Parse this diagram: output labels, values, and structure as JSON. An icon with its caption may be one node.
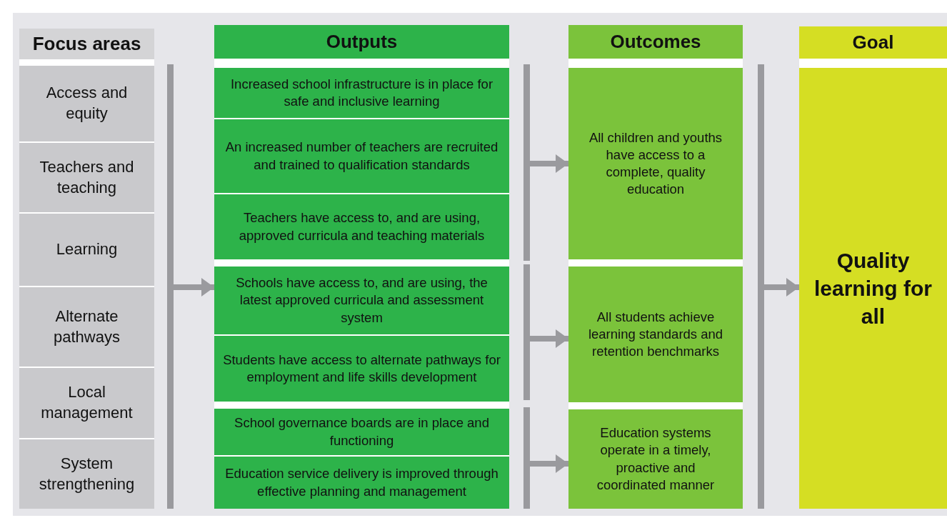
{
  "diagram": {
    "nodes": [
      {
        "text": [
          "Focus areas"
        ]
      },
      {
        "text": [
          "Access and equity"
        ],
        "in": 0
      },
      {
        "text": [
          "Teachers and teaching"
        ],
        "in": 0
      },
      {
        "text": [
          "Learning"
        ],
        "in": 0
      },
      {
        "text": [
          "Alternate pathways"
        ],
        "in": 0
      },
      {
        "text": [
          "Local management"
        ],
        "in": 0
      },
      {
        "text": [
          "System strengthening"
        ],
        "in": 0
      },
      {
        "text": [
          "Outputs"
        ]
      },
      {
        "text": [
          "Increased school infrastructure is in place for safe and inclusive learning"
        ],
        "in": 7
      },
      {
        "text": [
          "An increased number of teachers are recruited and trained to qualification standards"
        ],
        "in": 7
      },
      {
        "text": [
          "Teachers have access to, and are using, approved curricula and teaching materials"
        ],
        "in": 7
      },
      {
        "text": [
          "Schools have access to, and are using, the latest approved curricula and assessment system"
        ],
        "in": 7
      },
      {
        "text": [
          "Students have access to alternate pathways for employment and life skills development"
        ],
        "in": 7
      },
      {
        "text": [
          "School governance boards are in place and functioning"
        ],
        "in": 7
      },
      {
        "text": [
          "Education service delivery is improved through effective planning and management"
        ],
        "in": 7
      },
      {
        "text": [
          "Outcomes"
        ]
      },
      {
        "text": [
          "All children and youths have access to a complete, quality education"
        ],
        "in": 15
      },
      {
        "text": [
          "All students achieve learning standards and retention benchmarks"
        ],
        "in": 15
      },
      {
        "text": [
          "Education systems operate in a timely, proactive and coordinated manner"
        ],
        "in": 15
      },
      {
        "text": [
          "Goal"
        ]
      },
      {
        "text": [
          "Quality learning for all"
        ],
        "in": 19
      }
    ],
    "edges": [
      {
        "from": null,
        "to": 7,
        "arrow": "to"
      },
      {
        "from": null,
        "to": 16,
        "arrow": "to"
      },
      {
        "from": null,
        "to": 17,
        "arrow": "to"
      },
      {
        "from": null,
        "to": 18,
        "arrow": "to"
      },
      {
        "from": null,
        "to": 20,
        "arrow": "to"
      }
    ]
  }
}
